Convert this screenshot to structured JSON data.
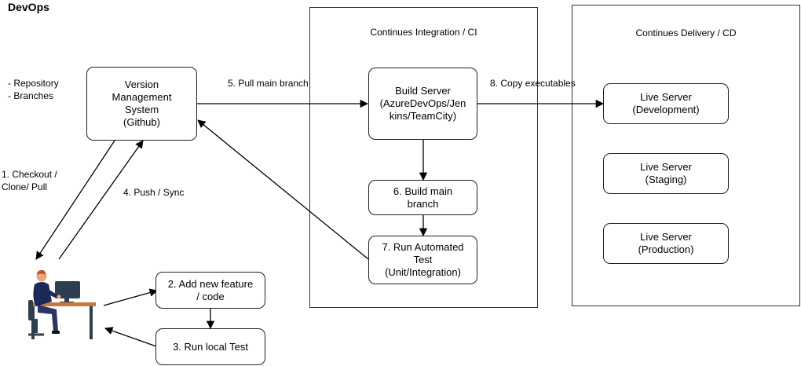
{
  "title": "DevOps",
  "repo_notes": [
    "- Repository",
    "- Branches"
  ],
  "sections": {
    "ci": {
      "title": "Continues Integration / CI"
    },
    "cd": {
      "title": "Continues Delivery / CD"
    }
  },
  "nodes": {
    "vcs": "Version\nManagement\nSystem\n(Github)",
    "build_server": "Build Server\n(AzureDevOps/Jen\nkins/TeamCity)",
    "build_main": "6. Build main\nbranch",
    "run_automated": "7. Run Automated\nTest\n(Unit/Integration)",
    "add_feature": "2. Add new feature\n/ code",
    "run_local": "3. Run local Test",
    "live_dev": "Live Server\n(Development)",
    "live_staging": "Live Server\n(Staging)",
    "live_prod": "Live Server\n(Production)"
  },
  "edge_labels": {
    "checkout": "1. Checkout /\nClone/ Pull",
    "push": "4. Push / Sync",
    "pull_main": "5. Pull main branch",
    "copy_exec": "8. Copy executables"
  },
  "icons": {
    "developer": "developer-at-desk-icon"
  }
}
